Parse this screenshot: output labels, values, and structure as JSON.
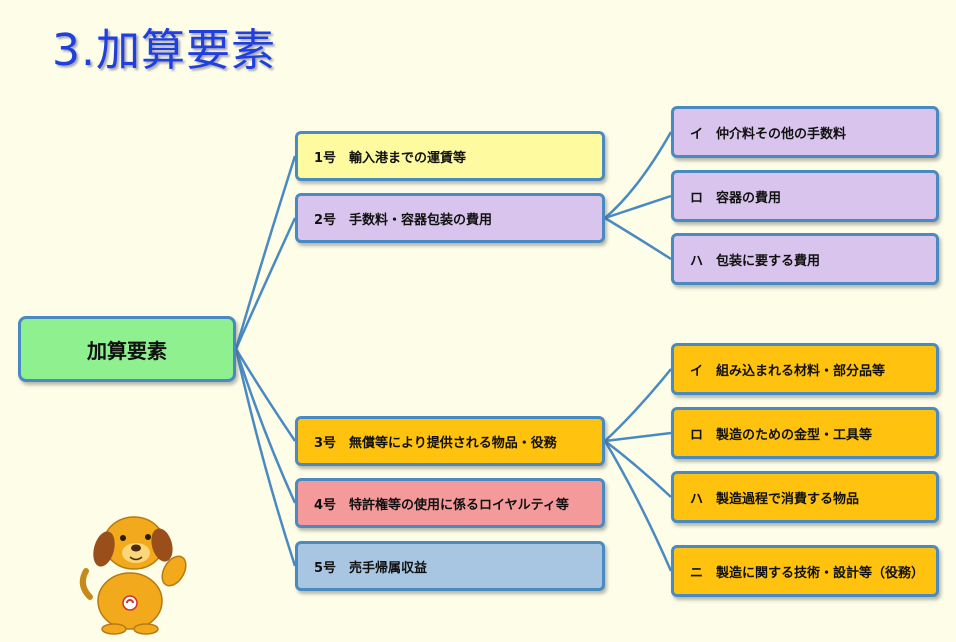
{
  "title": "3.加算要素",
  "colors": {
    "title": "#1f3fe0",
    "border": "#4a8ac2",
    "root": "#8ef08e",
    "yellow": "#fdfaa0",
    "purple": "#d8c4ec",
    "orange": "#ffc20e",
    "pink": "#f59a9a",
    "blue": "#a8c6e2"
  },
  "root": {
    "label": "加算要素"
  },
  "items": [
    {
      "label": "1号　輸入港までの運賃等"
    },
    {
      "label": "2号　手数料・容器包装の費用"
    },
    {
      "label": "3号　無償等により提供される物品・役務"
    },
    {
      "label": "4号　特許権等の使用に係るロイヤルティ等"
    },
    {
      "label": "5号　売手帰属収益"
    }
  ],
  "sub2": [
    {
      "label": "イ　仲介料その他の手数料"
    },
    {
      "label": "ロ　容器の費用"
    },
    {
      "label": "ハ　包装に要する費用"
    }
  ],
  "sub3": [
    {
      "label": "イ　組み込まれる材料・部分品等"
    },
    {
      "label": "ロ　製造のための金型・工具等"
    },
    {
      "label": "ハ　製造過程で消費する物品"
    },
    {
      "label": "ニ　製造に関する技術・設計等（役務）"
    }
  ],
  "mascot": {
    "icon": "dog-mascot-icon"
  }
}
